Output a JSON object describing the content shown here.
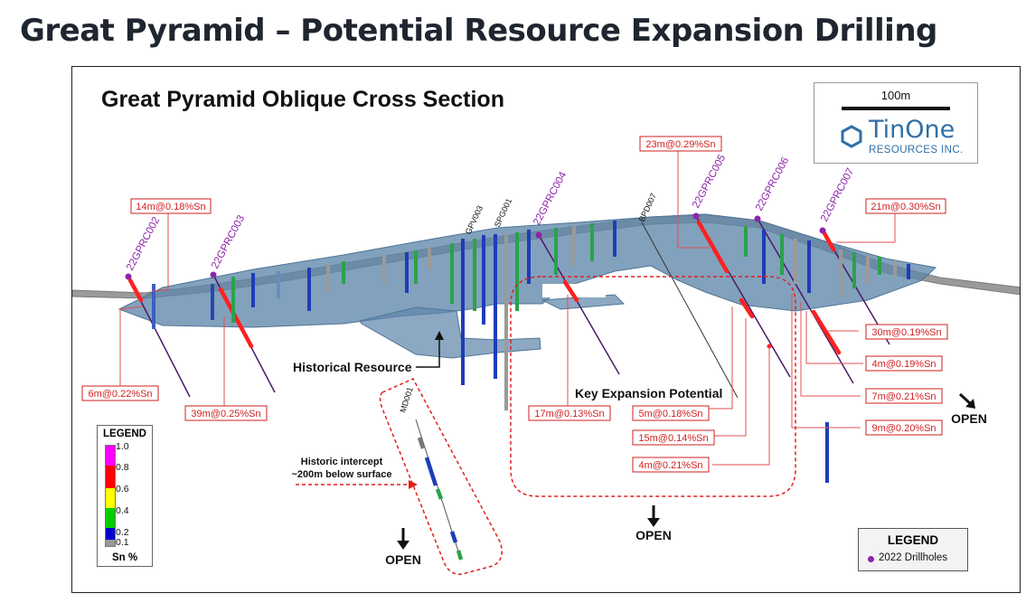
{
  "title": "Great Pyramid – Potential Resource Expansion Drilling",
  "section_title": "Great Pyramid Oblique Cross Section",
  "scale": {
    "label": "100m"
  },
  "logo": {
    "name": "TinOne",
    "sub": "RESOURCES INC."
  },
  "drillholes_2022": [
    "22GPRC002",
    "22GPRC003",
    "22GPRC004",
    "22GPRC005",
    "22GPRC006",
    "22GPRC007"
  ],
  "historic_holes": [
    "GPV003",
    "SPG001",
    "BPD007",
    "MD001"
  ],
  "intercepts": [
    "14m@0.18%Sn",
    "6m@0.22%Sn",
    "39m@0.25%Sn",
    "17m@0.13%Sn",
    "23m@0.29%Sn",
    "5m@0.18%Sn",
    "15m@0.14%Sn",
    "4m@0.21%Sn",
    "21m@0.30%Sn",
    "30m@0.19%Sn",
    "4m@0.19%Sn",
    "7m@0.21%Sn",
    "9m@0.20%Sn"
  ],
  "annotations": {
    "historical_resource": "Historical Resource",
    "key_expansion": "Key Expansion Potential",
    "historic_intercept_1": "Historic intercept",
    "historic_intercept_2": "~200m below surface",
    "open": "OPEN"
  },
  "sn_legend": {
    "title": "LEGEND",
    "unit": "Sn %",
    "ticks": [
      "1.0",
      "0.8",
      "0.6",
      "0.4",
      "0.2",
      "0.1"
    ],
    "colors": [
      "#ff00ff",
      "#ff0000",
      "#ffff00",
      "#00cc00",
      "#0000cc",
      "#999999"
    ]
  },
  "drillhole_legend": {
    "title": "LEGEND",
    "item": "2022 Drillholes",
    "color": "#8e24aa"
  }
}
